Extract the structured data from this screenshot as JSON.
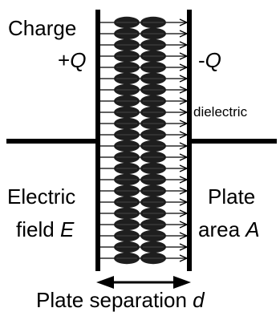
{
  "labels": {
    "charge": "Charge",
    "plus_q_sign": "+",
    "plus_q_var": "Q",
    "minus_q_sign": "-",
    "minus_q_var": "Q",
    "dielectric": "dielectric",
    "electric": "Electric",
    "field": "field",
    "field_var": "E",
    "plate": "Plate",
    "area": "area",
    "area_var": "A",
    "separation": "Plate separation",
    "separation_var": "d"
  },
  "dipole_rows": 22,
  "dipole_columns": 2,
  "colors": {
    "line": "#000000",
    "dipole_fill": "#1e1e1e",
    "background": "#ffffff"
  }
}
